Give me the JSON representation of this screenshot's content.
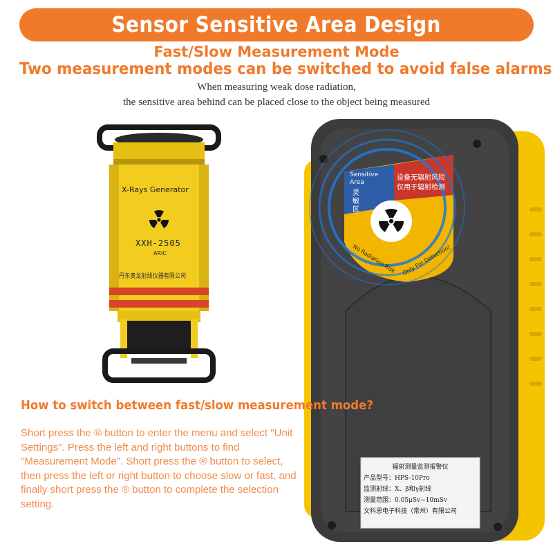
{
  "header": {
    "title": "Sensor Sensitive Area Design",
    "subtitle_line1": "Fast/Slow Measurement Mode",
    "subtitle_line2": "Two measurement modes can be switched to avoid false alarms",
    "note_line1": "When measuring weak dose radiation,",
    "note_line2": "the sensitive area behind can be placed close to the object being measured"
  },
  "generator": {
    "brand": "X-Rays Generator",
    "model": "XXH-2505",
    "maker": "ARIC",
    "company_cn": "丹东奥龙射线仪器有限公司"
  },
  "sticker": {
    "label_en": "Sensitive Area",
    "label_cn": "灵敏区",
    "warning_cn_1": "设备无辐射风险",
    "warning_cn_2": "仅用于辐射检测",
    "ring_text_1": "No Radiation Risk",
    "ring_text_2": "Only For Detection!"
  },
  "device_label": {
    "title": "辐射测量监测报警仪",
    "model": "产品型号：HPS-10Pro",
    "rays": "监测射线：X、β和γ射线",
    "range": "测量范围：0.05μSv~10mSv",
    "company": "文科思电子科技（常州）有限公司"
  },
  "howto": {
    "title": "How to switch between fast/slow measurement mode?",
    "body": "Short press the ® button to enter the menu and select \"Unit Settings\". Press the left and right buttons to find \"Measurement Mode\". Short press the ® button to select, then press the left or right button to choose slow or fast, and finally short press the ® button to complete the selection setting."
  },
  "colors": {
    "accent": "#f07a2c",
    "device_body": "#3b3b3d",
    "device_yellow": "#f5c400",
    "generator_yellow": "#f2cc1f",
    "stripe_red": "#d9432a"
  },
  "icons": [
    "radiation-icon",
    "radiation-icon",
    "radiation-icon"
  ]
}
